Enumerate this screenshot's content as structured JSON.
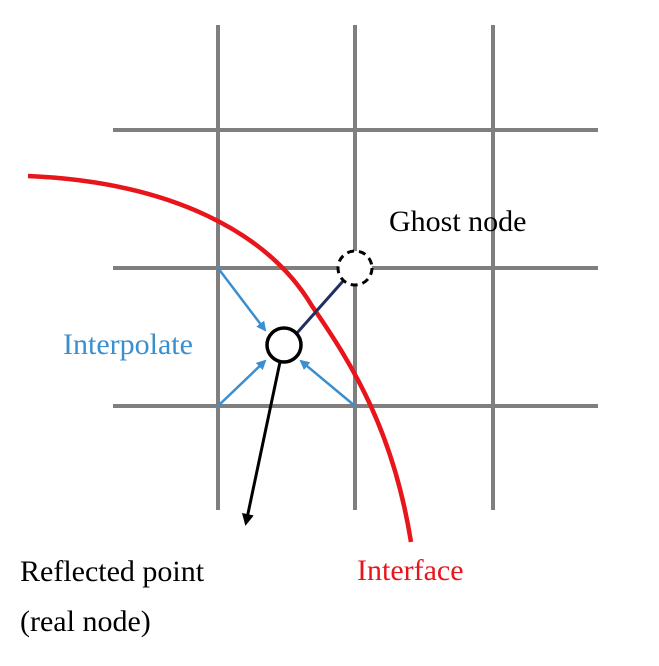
{
  "labels": {
    "ghost_node": "Ghost node",
    "interpolate": "Interpolate",
    "reflected_point": "Reflected point",
    "real_node": "(real node)",
    "interface": "Interface"
  },
  "colors": {
    "grid": "#7f7f7f",
    "interface": "#e8151b",
    "interpolate": "#3a8fd0",
    "ghost_link": "#1f2f5f",
    "reflect_arrow": "#000000"
  }
}
